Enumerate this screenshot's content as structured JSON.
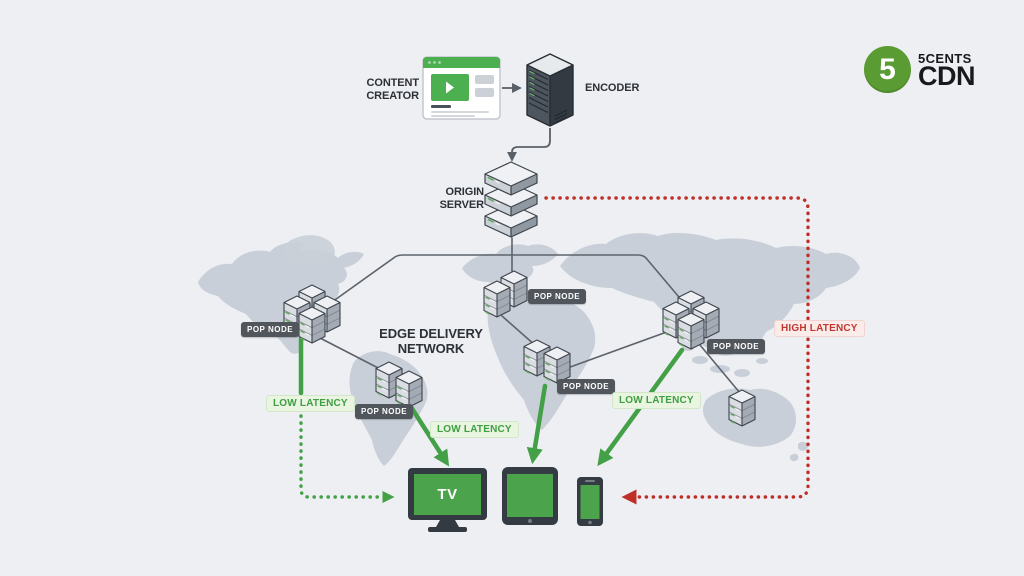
{
  "brand": {
    "logo_number": "5",
    "name_top": "5CENTS",
    "name_bottom": "CDN"
  },
  "pipeline": {
    "content_creator_label": "CONTENT CREATOR",
    "encoder_label": "ENCODER",
    "origin_server_label": "ORIGIN SERVER"
  },
  "network": {
    "title": "EDGE DELIVERY NETWORK",
    "pop_nodes": [
      {
        "label": "POP NODE"
      },
      {
        "label": "POP NODE"
      },
      {
        "label": "POP NODE"
      },
      {
        "label": "POP NODE"
      },
      {
        "label": "POP NODE"
      }
    ]
  },
  "latency": {
    "low_label": "LOW LATENCY",
    "high_label": "HIGH LATENCY"
  },
  "devices": {
    "tv_label": "TV"
  },
  "colors": {
    "accent_green": "#43a047",
    "alert_red": "#bf2e27",
    "map_gray": "#c9cfd8",
    "badge_dark": "#51565c",
    "background": "#edeff3"
  }
}
